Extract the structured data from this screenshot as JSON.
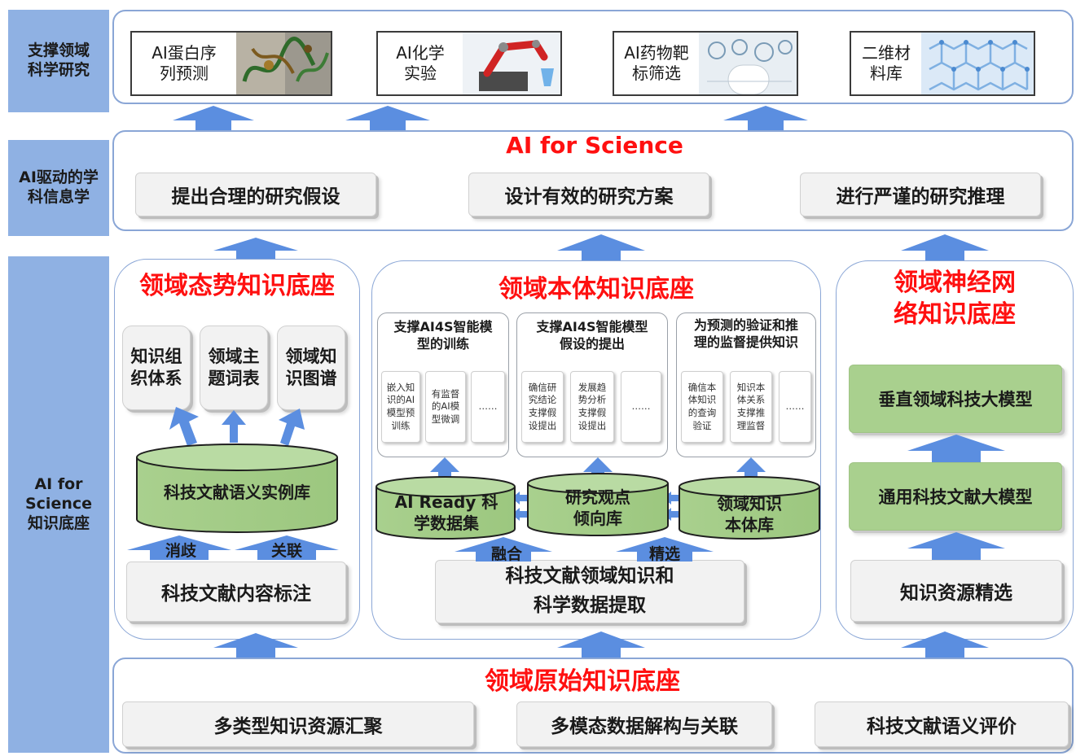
{
  "left_labels": {
    "support": "支撑领域\n科学研究",
    "ai_driven": "AI驱动的学\n科信息学",
    "base": "AI for\nScience\n知识底座"
  },
  "top_cards": [
    {
      "label": "AI蛋白序\n列预测",
      "image": "protein-structure-image"
    },
    {
      "label": "AI化学\n实验",
      "image": "robot-arm-lab-image"
    },
    {
      "label": "AI药物靶\n标筛选",
      "image": "drug-screening-image"
    },
    {
      "label": "二维材\n料库",
      "image": "hexagonal-lattice-image"
    }
  ],
  "ai_science": {
    "title": "AI for Science",
    "boxes": [
      "提出合理的研究假设",
      "设计有效的研究方案",
      "进行严谨的研究推理"
    ]
  },
  "situation": {
    "title": "领域态势知识底座",
    "boxes": [
      "知识组\n织体系",
      "领域主\n题词表",
      "领域知\n识图谱"
    ],
    "cylinder": "科技文献语义实例库",
    "arrow_labels": [
      "消歧",
      "关联"
    ],
    "bottom": "科技文献内容标注"
  },
  "ontology": {
    "title": "领域本体知识底座",
    "columns": [
      {
        "head": "支撑AI4S智能模\n型的训练",
        "items": [
          "嵌入知\n识的AI\n模型预\n训练",
          "有监督\n的AI模\n型微调",
          "……"
        ]
      },
      {
        "head": "支撑AI4S智能模型\n假设的提出",
        "items": [
          "确信研\n究结论\n支撑假\n设提出",
          "发展趋\n势分析\n支撑假\n设提出",
          "……"
        ]
      },
      {
        "head": "为预测的验证和推\n理的监督提供知识",
        "items": [
          "确信本\n体知识\n的查询\n验证",
          "知识本\n体关系\n支撑推\n理监督",
          "……"
        ]
      }
    ],
    "cylinders": [
      "AI Ready 科\n学数据集",
      "研究观点\n倾向库",
      "领域知识\n本体库"
    ],
    "arrow_labels": [
      "融合",
      "精选"
    ],
    "bottom": "科技文献领域知识和\n科学数据提取"
  },
  "neural": {
    "title": "领域神经网\n络知识底座",
    "boxes": [
      "垂直领域科技大模型",
      "通用科技文献大模型"
    ],
    "bottom": "知识资源精选"
  },
  "raw": {
    "title": "领域原始知识底座",
    "boxes": [
      "多类型知识资源汇聚",
      "多模态数据解构与关联",
      "科技文献语义评价"
    ]
  },
  "colors": {
    "left_label_bg": "#8fb1e3",
    "panel_border": "#8aa6d6",
    "arrow": "#5b8ee0",
    "green": "#a9d08e",
    "red": "#ff1010",
    "grey_box": "#f2f2f2"
  }
}
